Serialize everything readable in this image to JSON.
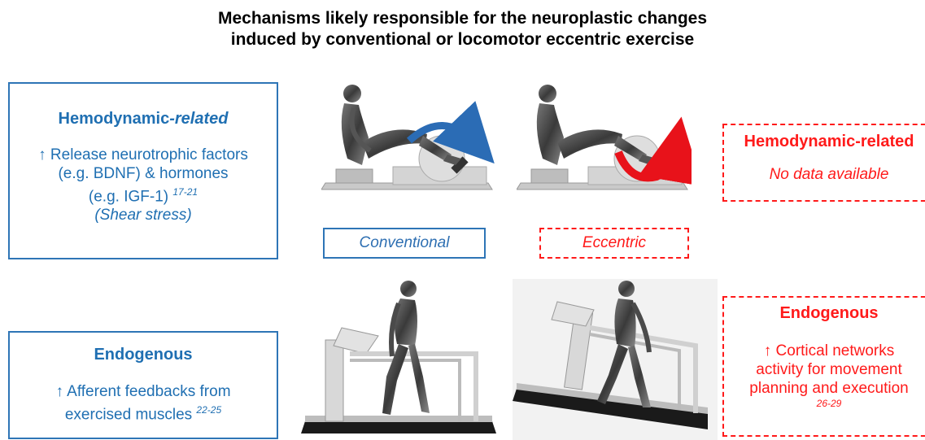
{
  "title": {
    "line1": "Mechanisms likely responsible for the neuroplastic changes",
    "line2": "induced by conventional or locomotor eccentric exercise"
  },
  "left_hemodynamic": {
    "heading_plain": "Hemodynamic",
    "heading_italic": "-related",
    "line1": "↑ Release neurotrophic factors",
    "line2": "(e.g. BDNF) & hormones",
    "line3": "(e.g. IGF-1)",
    "line3_ref": "17-21",
    "line4": "(Shear stress)"
  },
  "left_endogenous": {
    "heading": "Endogenous",
    "line1": "↑ Afferent feedbacks from",
    "line2": "exercised muscles",
    "line2_ref": "22-25"
  },
  "right_hemodynamic": {
    "heading": "Hemodynamic-related",
    "text": "No data available"
  },
  "right_endogenous": {
    "heading": "Endogenous",
    "line1": "↑ Cortical networks",
    "line2": "activity for movement",
    "line3": "planning and execution",
    "ref": "26-29"
  },
  "modes": {
    "conventional": "Conventional",
    "eccentric": "Eccentric"
  },
  "colors": {
    "blue_text": "#1f6fb2",
    "blue_border": "#2e75b6",
    "red": "#ff1a1a",
    "arrow_blue": "#2b6cb5",
    "arrow_red": "#e8121a"
  },
  "illustrations": {
    "top_left": "ergometer-conventional-blue-arrow",
    "top_right": "ergometer-eccentric-red-arrow",
    "bottom_left": "treadmill-level-walking",
    "bottom_right": "treadmill-downhill-walking"
  }
}
